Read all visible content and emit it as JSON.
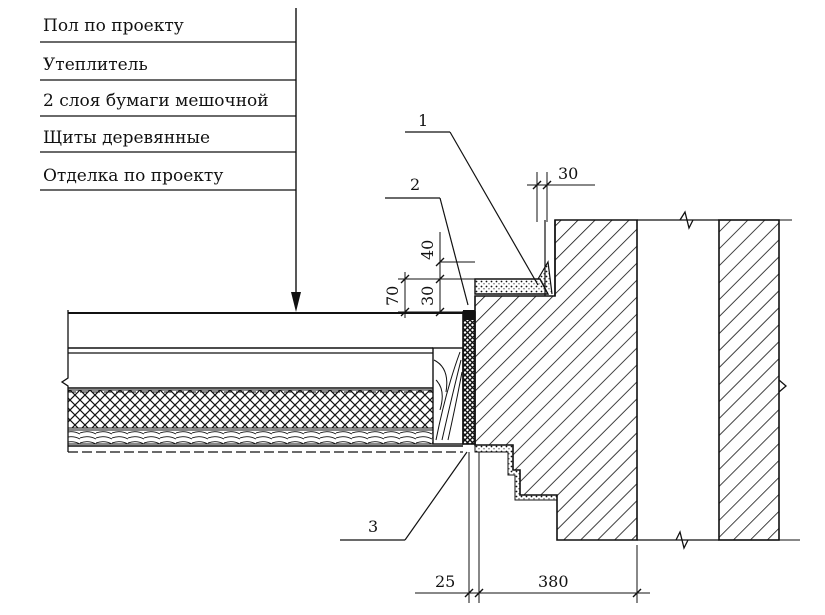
{
  "layers": [
    "Пол по проекту",
    "Утеплитель",
    "2 слоя бумаги мешочной",
    "Щиты деревянные",
    "Отделка по проекту"
  ],
  "callouts": {
    "c1": "1",
    "c2": "2",
    "c3": "3"
  },
  "dimensions": {
    "d30_top": "30",
    "d40": "40",
    "d70": "70",
    "d30_side": "30",
    "d25": "25",
    "d380": "380"
  }
}
